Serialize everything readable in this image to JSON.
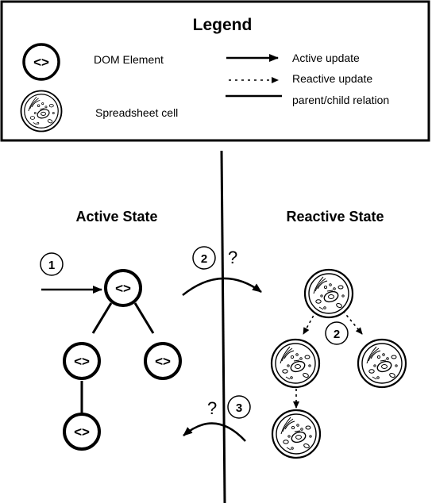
{
  "legend": {
    "title": "Legend",
    "dom_element_label": "DOM Element",
    "dom_icon_text": "<>",
    "spreadsheet_cell_label": "Spreadsheet cell",
    "active_update_label": "Active update",
    "reactive_update_label": "Reactive update",
    "parent_child_label": "parent/child relation"
  },
  "left": {
    "title": "Active State",
    "step_badge": "1",
    "node_text": "<>"
  },
  "right": {
    "title": "Reactive State",
    "step_badge": "2"
  },
  "transitions": {
    "top_badge": "2",
    "top_question": "?",
    "bottom_badge": "3",
    "bottom_question": "?"
  }
}
